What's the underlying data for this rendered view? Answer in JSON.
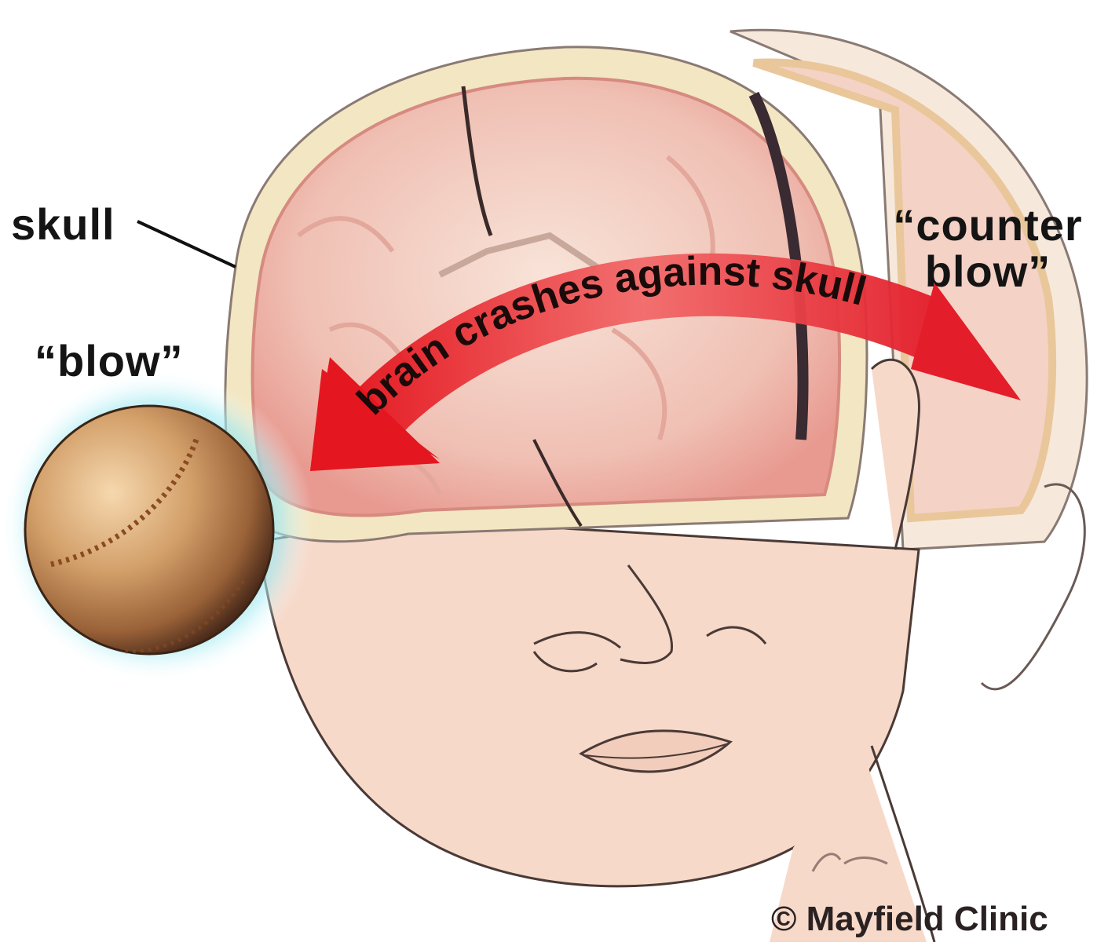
{
  "figure": {
    "subject": "Coup-contrecoup brain injury illustration",
    "labels": {
      "skull": "skull",
      "blow": "“blow”",
      "counter_line1": "“counter",
      "counter_line2": "blow”",
      "arrow_text": "brain crashes against skull"
    },
    "credit": "© Mayfield Clinic",
    "colors": {
      "background": "#ffffff",
      "skin": "#f7d9c9",
      "skull_bone": "#f3e6c2",
      "brain": "#f1c3b8",
      "arrow": "#e8242e",
      "baseball": "#c9955f",
      "impact_glow": "#6fdcec",
      "outline": "#4a3a36",
      "label_text": "#141414"
    }
  }
}
